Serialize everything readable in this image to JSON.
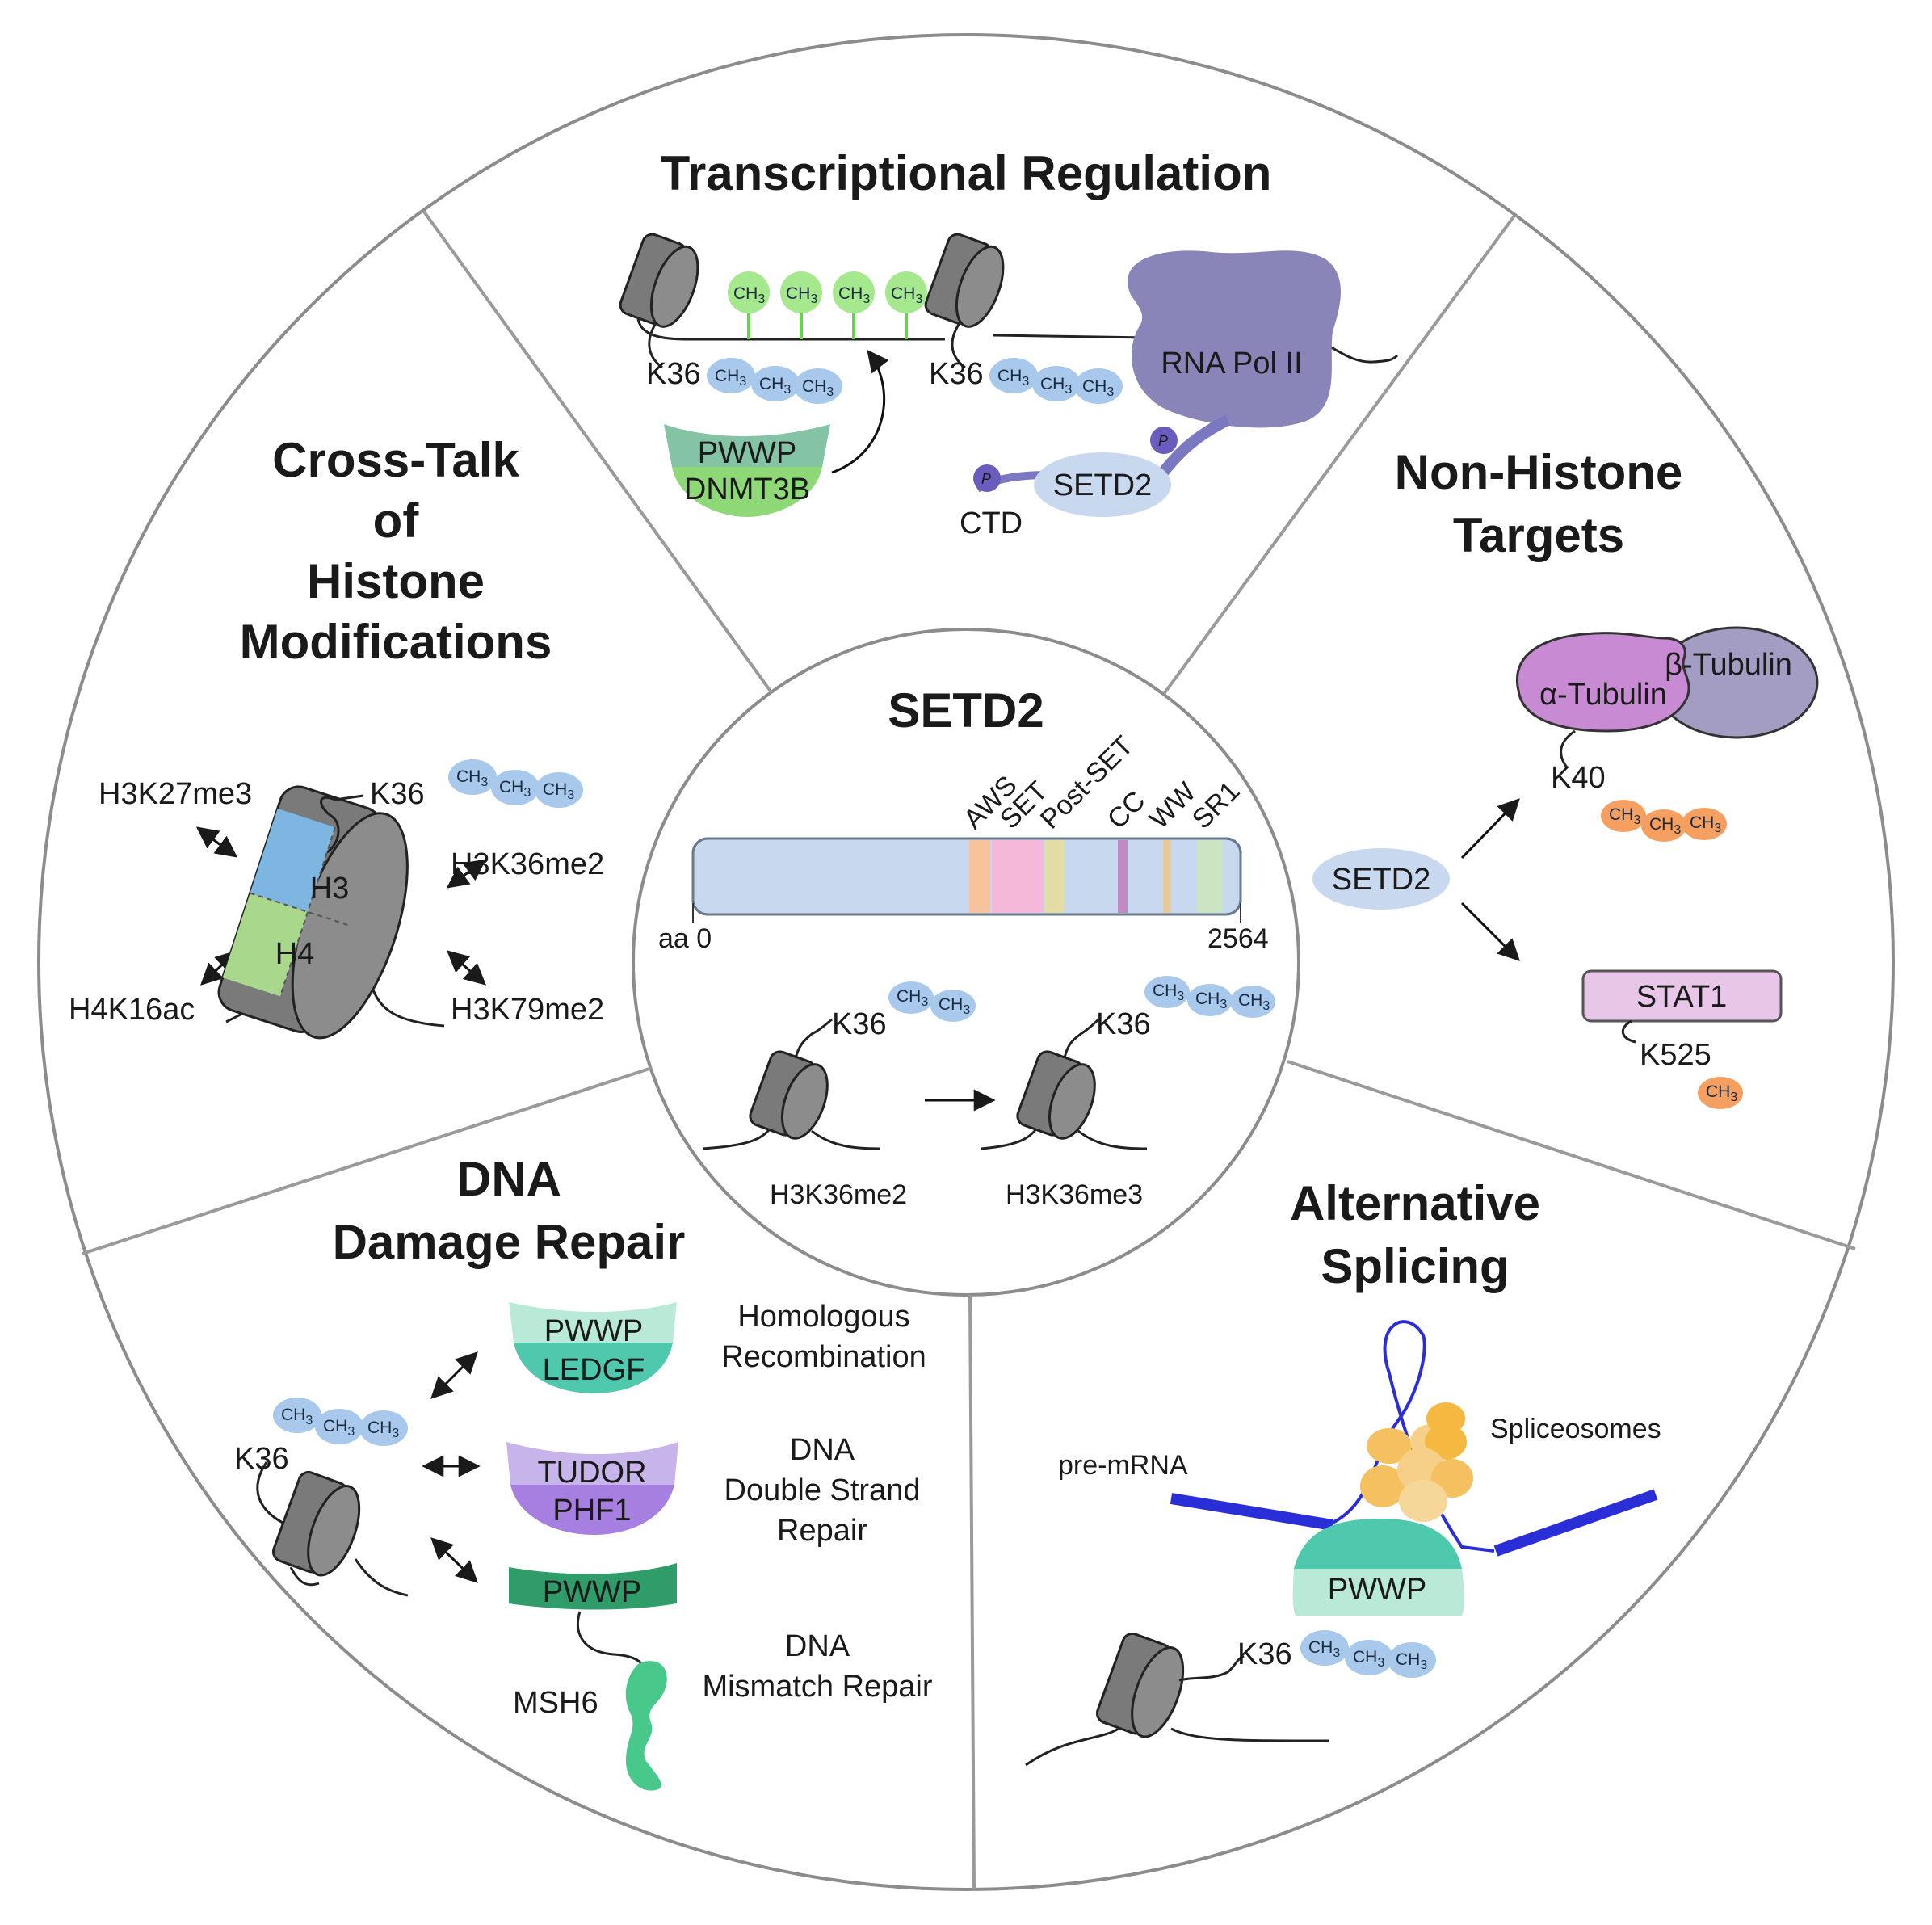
{
  "center": {
    "title": "SETD2",
    "domains": [
      "AWS",
      "SET",
      "Post-SET",
      "CC",
      "WW",
      "SR1"
    ],
    "aa_start": "aa 0",
    "aa_end": "2564",
    "k36_left": "K36",
    "k36_right": "K36",
    "state_left": "H3K36me2",
    "state_right": "H3K36me3"
  },
  "transcription": {
    "title": "Transcriptional Regulation",
    "k36_a": "K36",
    "k36_b": "K36",
    "pwwp": "PWWP",
    "dnmt3b": "DNMT3B",
    "rnapol": "RNA Pol II",
    "setd2": "SETD2",
    "ctd": "CTD",
    "p_label": "P"
  },
  "nonhistone": {
    "title_line1": "Non-Histone",
    "title_line2": "Targets",
    "setd2": "SETD2",
    "alpha_tubulin": "α-Tubulin",
    "beta_tubulin": "β-Tubulin",
    "k40": "K40",
    "stat1": "STAT1",
    "k525": "K525"
  },
  "splicing": {
    "title_line1": "Alternative",
    "title_line2": "Splicing",
    "spliceosomes": "Spliceosomes",
    "pre_mrna": "pre-mRNA",
    "pwwp": "PWWP",
    "k36": "K36"
  },
  "dna_repair": {
    "title_line1": "DNA",
    "title_line2": "Damage Repair",
    "k36": "K36",
    "pwwp1": "PWWP",
    "ledgf": "LEDGF",
    "hr_line1": "Homologous",
    "hr_line2": "Recombination",
    "tudor": "TUDOR",
    "phf1": "PHF1",
    "dsb_line1": "DNA",
    "dsb_line2": "Double Strand",
    "dsb_line3": "Repair",
    "pwwp2": "PWWP",
    "msh6": "MSH6",
    "mmr_line1": "DNA",
    "mmr_line2": "Mismatch Repair"
  },
  "crosstalk": {
    "title_line1": "Cross-Talk",
    "title_line2": "of",
    "title_line3": "Histone",
    "title_line4": "Modifications",
    "h3k27me3": "H3K27me3",
    "k36": "K36",
    "h3k36me2": "H3K36me2",
    "h4k16ac": "H4K16ac",
    "h3k79me2": "H3K79me2",
    "h3": "H3",
    "h4": "H4"
  },
  "methyl": {
    "label": "CH3",
    "label_base": "CH",
    "label_sub": "3"
  },
  "colors": {
    "methyl_blue": "#a8c8ec",
    "methyl_green": "#a6e88e",
    "methyl_orange": "#f5a060",
    "nucleosome": "#7a7a7a",
    "rnapol": "#8a85b8",
    "setd2_fill": "#c8d8ef",
    "pwwp_teal": "#4fc9ae",
    "tudor_purple": "#a67fe0",
    "alpha_tubulin": "#c98ad4",
    "beta_tubulin": "#a39dc4",
    "stat1": "#e7c6e8",
    "premrna": "#2a2ed6",
    "spliceosome": "#f5c060"
  }
}
